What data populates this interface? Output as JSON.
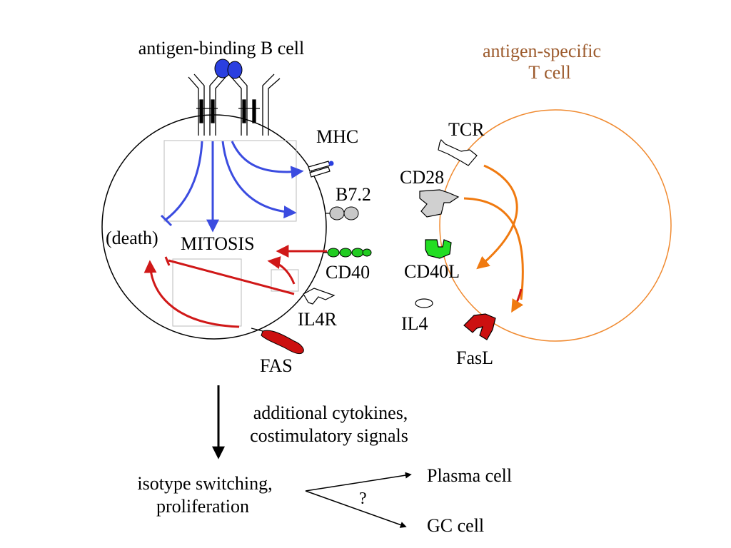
{
  "b_cell": {
    "title": "antigen-binding B cell",
    "mhc": "MHC",
    "b72": "B7.2",
    "death": "(death)",
    "mitosis": "MITOSIS",
    "cd40": "CD40",
    "il4r": "IL4R",
    "fas": "FAS"
  },
  "t_cell": {
    "title_line1": "antigen-specific",
    "title_line2": "T cell",
    "tcr": "TCR",
    "cd28": "CD28",
    "cd40l": "CD40L",
    "il4": "IL4",
    "fasl": "FasL"
  },
  "outcome": {
    "arrow_label_line1": "additional cytokines,",
    "arrow_label_line2": "costimulatory signals",
    "result_line1": "isotype switching,",
    "result_line2": "proliferation",
    "question": "?",
    "plasma": "Plasma cell",
    "gc": "GC cell"
  },
  "colors": {
    "blue_arrow": "#3b4ce0",
    "red_arrow": "#d01818",
    "orange_arrow": "#f07a10",
    "t_cell_outline": "#f08a30",
    "t_cell_label": "#9c5a2c",
    "cd40_green": "#22cc22",
    "fas_red": "#cc1010"
  }
}
